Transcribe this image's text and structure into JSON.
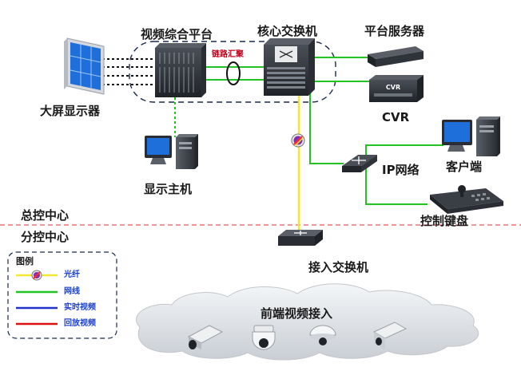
{
  "labels": {
    "platform": "视频综合平台",
    "core_switch": "核心交换机",
    "server": "平台服务器",
    "link_agg": "链路汇聚",
    "big_screen": "大屏显示器",
    "display_host": "显示主机",
    "cvr": "CVR",
    "ip_network": "IP网络",
    "client": "客户端",
    "keyboard": "控制键盘",
    "hq_center": "总控中心",
    "branch_center": "分控中心",
    "access_switch": "接入交换机",
    "frontend": "前端视频接入"
  },
  "legend": {
    "title": "图例",
    "items": [
      {
        "label": "光纤",
        "color": "#f2e830"
      },
      {
        "label": "网线",
        "color": "#22c422"
      },
      {
        "label": "实时视频",
        "color": "#2233cc"
      },
      {
        "label": "回放视频",
        "color": "#dd1111"
      }
    ]
  },
  "colors": {
    "fiber": "#f2e830",
    "ethernet": "#22c422",
    "divider": "#e25a5a",
    "device_dark": "#2b2f36",
    "screen_blue": "#1e6fd9"
  }
}
